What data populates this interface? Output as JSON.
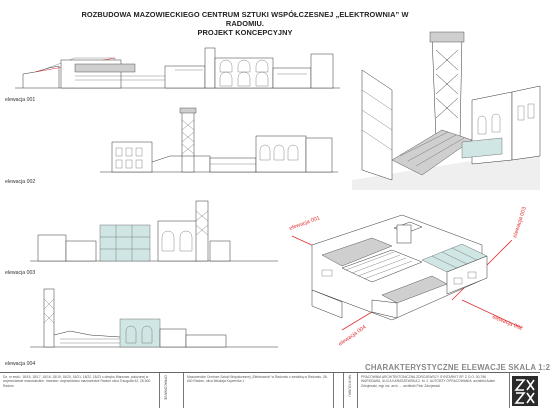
{
  "title": {
    "line1": "ROZBUDOWA MAZOWIECKIEGO CENTRUM SZTUKI WSPÓŁCZESNEJ „ELEKTROWNIA” W RADOMIU.",
    "line2": "PROJEKT KONCEPCYJNY"
  },
  "elevations": [
    {
      "label": "elewacja 001"
    },
    {
      "label": "elewacja 002"
    },
    {
      "label": "elewacja 003"
    },
    {
      "label": "elewacja 004"
    }
  ],
  "axon_labels": {
    "e001": "elewacja 001",
    "e002": "elewacja 002",
    "e003": "elewacja 003",
    "e004": "elewacja 004"
  },
  "section_heading": "CHARAKTERYSTYCZNE ELEWACJE SKALA 1:2",
  "footer": {
    "plot_text": "Dz. nr ewid.: 18/15, 18/17, 18/16, 18/19, 18/20, 18/21, 18/22, 18/23 z obrębu Warszaw. położonej w województwie mazowieckim. Inwestor: województwo mazowieckie Radom ulica Traugutta 52, 26-600 Radom",
    "stamp_left": "OPRACOWANIE",
    "object_text": "Mazowieckie Centrum Sztuki Współczesnej „Elektrownia” w Radomiu z siedzibą w Radomiu, 26-600 Radom, ulica Mikołaja Kopernika 1",
    "studio_text": "PRACOWNIA ARCHITEKTONICZNA ZDROJEWSCY SYNTARKIT SP. Z O.O. 00-756 WARSZAWA, ULICA KARASZEWSKA 2, M. 2. AUTORZY OPRACOWANIA: architekt Adam Zdrojewski, mgr inż. arch. ... architekt Piotr Zdrojewski",
    "stamp_right": "NR RYSUNKU"
  }
}
